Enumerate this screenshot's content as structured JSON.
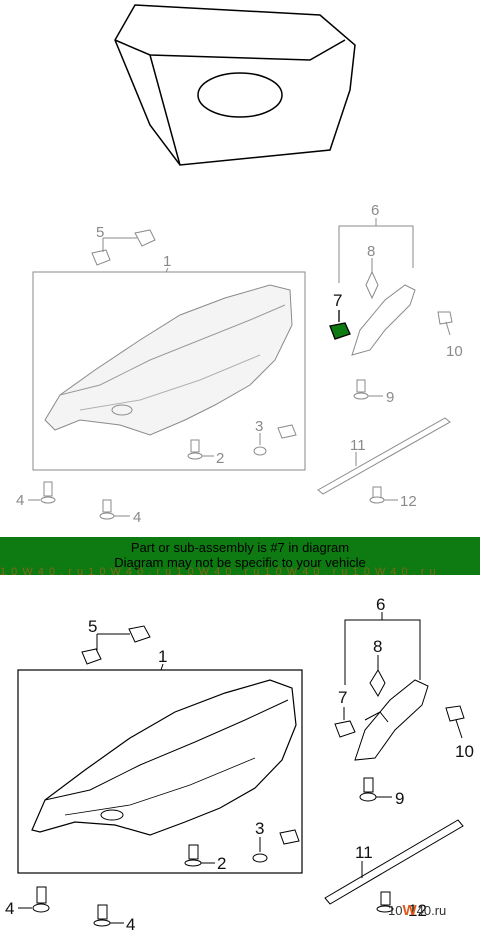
{
  "banner": {
    "line1": "Part or sub-assembly is #7 in diagram",
    "line2": "Diagram may not be specific to your vehicle",
    "color": "#0d7a12"
  },
  "watermark": {
    "strip": "1 0 W 4 0 . r u   1 0 W 4 0 . r u   1 0 W 4 0 . r u   1 0 W 4 0 . r u   1 0 W 4 0 . r u",
    "corner_prefix": "10",
    "corner_mid": "W",
    "corner_suffix": "40.ru"
  },
  "diagram_top": {
    "callouts": {
      "c1": "1",
      "c2": "2",
      "c3": "3",
      "c4a": "4",
      "c4b": "4",
      "c5": "5",
      "c6": "6",
      "c7": "7",
      "c8": "8",
      "c9": "9",
      "c10": "10",
      "c11": "11",
      "c12": "12"
    },
    "highlight_color": "#0d7a12"
  },
  "diagram_bottom": {
    "callouts": {
      "c1": "1",
      "c2": "2",
      "c3": "3",
      "c4a": "4",
      "c4b": "4",
      "c5": "5",
      "c6": "6",
      "c7": "7",
      "c8": "8",
      "c9": "9",
      "c10": "10",
      "c11": "11",
      "c12": "12"
    }
  }
}
